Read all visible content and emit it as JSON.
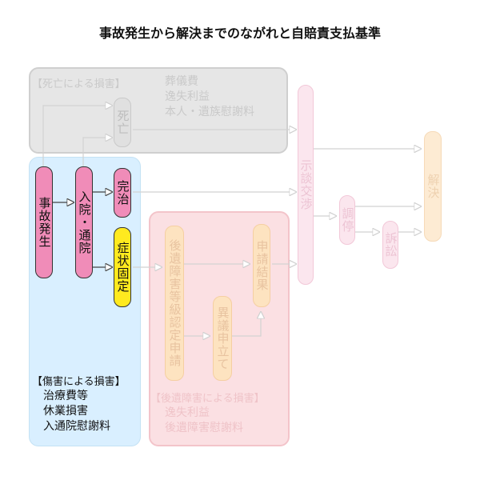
{
  "title": "事故発生から解決までのながれと自賠責支払基準",
  "death_section": {
    "label": "【死亡による損害】",
    "items": [
      "葬儀費",
      "逸失利益",
      "本人・遺族慰謝料"
    ]
  },
  "injury_section": {
    "label": "【傷害による損害】",
    "items": [
      "治療費等",
      "休業損害",
      "入通院慰謝料"
    ]
  },
  "aftereffect_section": {
    "label": "【後遺障害による損害】",
    "items": [
      "逸失利益",
      "後遺障害慰謝料"
    ]
  },
  "steps": {
    "accident": "事故発生",
    "hospital": "入院・通院",
    "death": "死亡",
    "cured": "完治",
    "fixed": "症状固定",
    "grade_application": "後遺障害等級認定申請",
    "objection": "異議申立て",
    "result": "申請結果",
    "settlement": "示談交渉",
    "mediation": "調停",
    "lawsuit": "訴訟",
    "resolution": "解決"
  }
}
